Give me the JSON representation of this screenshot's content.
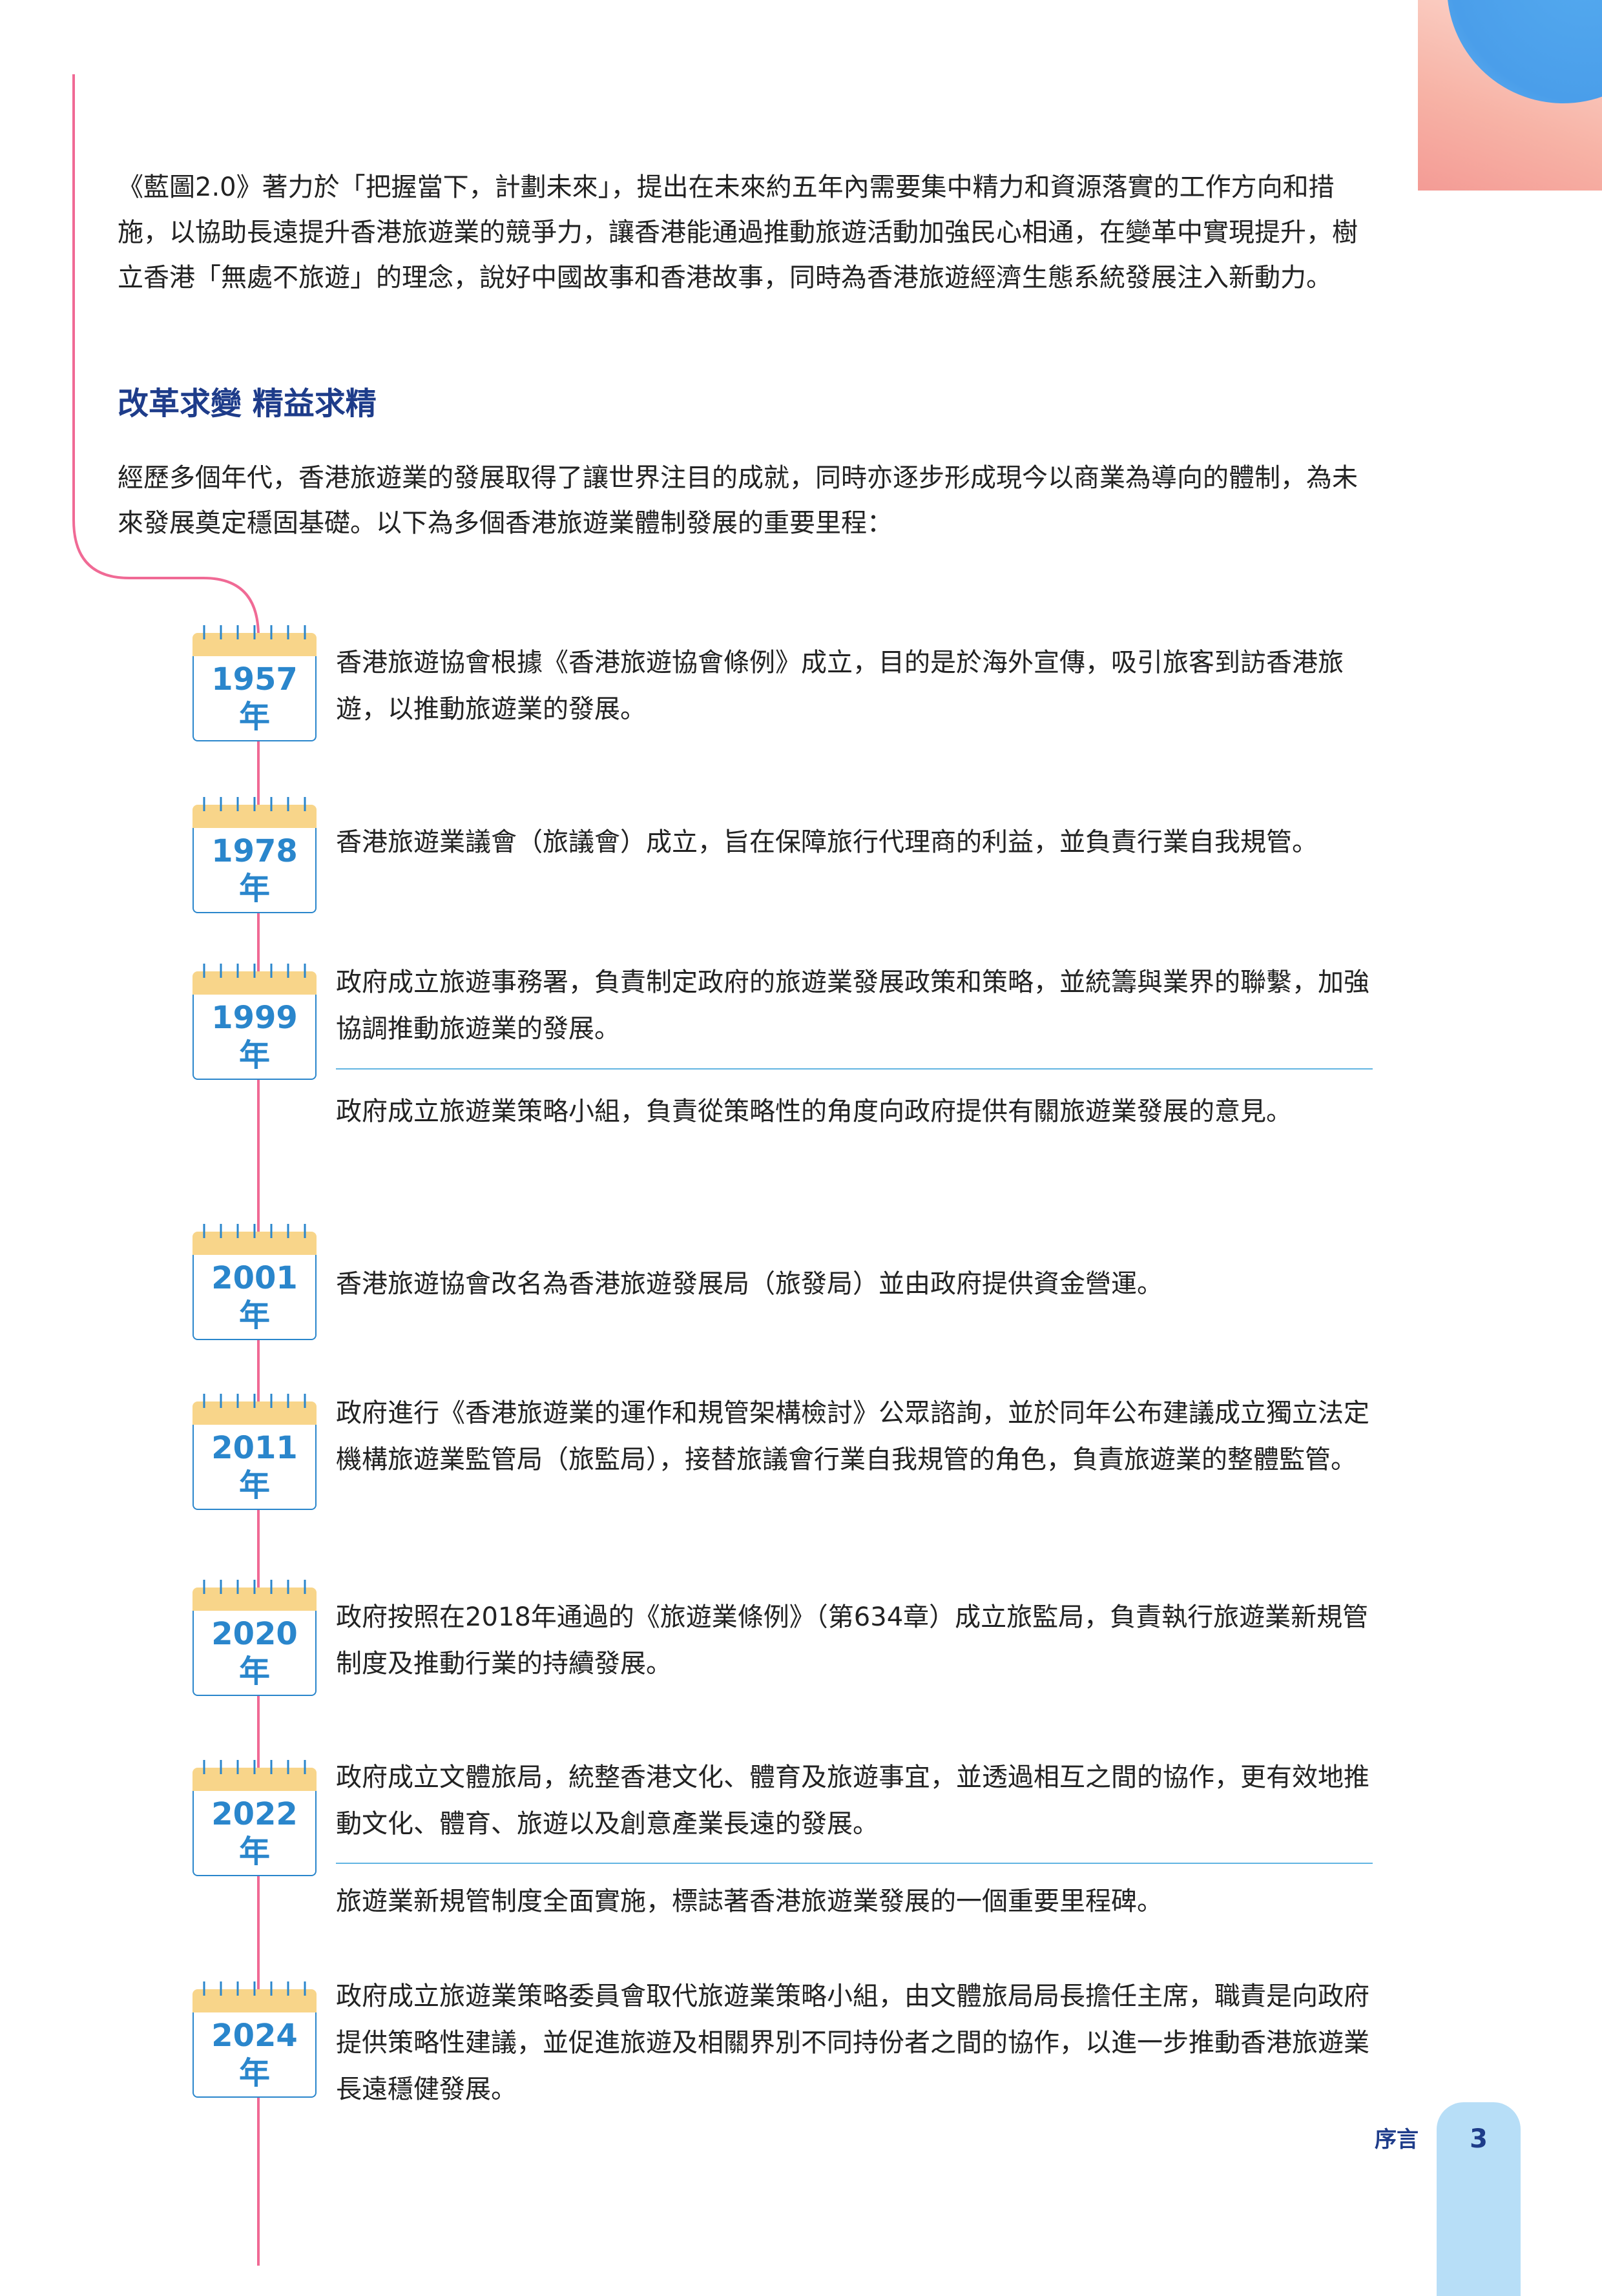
{
  "intro": "《藍圖2.0》著力於「把握當下，計劃未來」，提出在未來約五年內需要集中精力和資源落實的工作方向和措施，以協助長遠提升香港旅遊業的競爭力，讓香港能通過推動旅遊活動加強民心相通，在變革中實現提升，樹立香港「無處不旅遊」的理念，說好中國故事和香港故事，同時為香港旅遊經濟生態系統發展注入新動力。",
  "section_title": "改革求變 精益求精",
  "section_paragraph": "經歷多個年代，香港旅遊業的發展取得了讓世界注目的成就，同時亦逐步形成現今以商業為導向的體制，為未來發展奠定穩固基礎。以下為多個香港旅遊業體制發展的重要里程：",
  "year_suffix": "年",
  "milestones": [
    {
      "year": "1957",
      "events": [
        "香港旅遊協會根據《香港旅遊協會條例》成立，目的是於海外宣傳，吸引旅客到訪香港旅遊，以推動旅遊業的發展。"
      ]
    },
    {
      "year": "1978",
      "events": [
        "香港旅遊業議會（旅議會）成立，旨在保障旅行代理商的利益，並負責行業自我規管。"
      ]
    },
    {
      "year": "1999",
      "events": [
        "政府成立旅遊事務署，負責制定政府的旅遊業發展政策和策略，並統籌與業界的聯繫，加強協調推動旅遊業的發展。",
        "政府成立旅遊業策略小組，負責從策略性的角度向政府提供有關旅遊業發展的意見。"
      ]
    },
    {
      "year": "2001",
      "events": [
        "香港旅遊協會改名為香港旅遊發展局（旅發局）並由政府提供資金營運。"
      ]
    },
    {
      "year": "2011",
      "events": [
        "政府進行《香港旅遊業的運作和規管架構檢討》公眾諮詢，並於同年公布建議成立獨立法定機構旅遊業監管局（旅監局），接替旅議會行業自我規管的角色，負責旅遊業的整體監管。"
      ]
    },
    {
      "year": "2020",
      "events": [
        "政府按照在2018年通過的《旅遊業條例》（第634章）成立旅監局，負責執行旅遊業新規管制度及推動行業的持續發展。"
      ]
    },
    {
      "year": "2022",
      "events": [
        "政府成立文體旅局，統整香港文化、體育及旅遊事宜，並透過相互之間的協作，更有效地推動文化、體育、旅遊以及創意產業長遠的發展。",
        "旅遊業新規管制度全面實施，標誌著香港旅遊業發展的一個重要里程碑。"
      ]
    },
    {
      "year": "2024",
      "events": [
        "政府成立旅遊業策略委員會取代旅遊業策略小組，由文體旅局局長擔任主席，職責是向政府提供策略性建議，並促進旅遊及相關界別不同持份者之間的協作，以進一步推動香港旅遊業長遠穩健發展。"
      ]
    }
  ],
  "footer": {
    "section_label": "序言",
    "page_number": "3"
  },
  "colors": {
    "timeline": "#f06a95",
    "calendar_top": "#f8d58a",
    "calendar_accent": "#2a86cc",
    "heading": "#1e3c8a",
    "divider": "#62b5e2"
  }
}
